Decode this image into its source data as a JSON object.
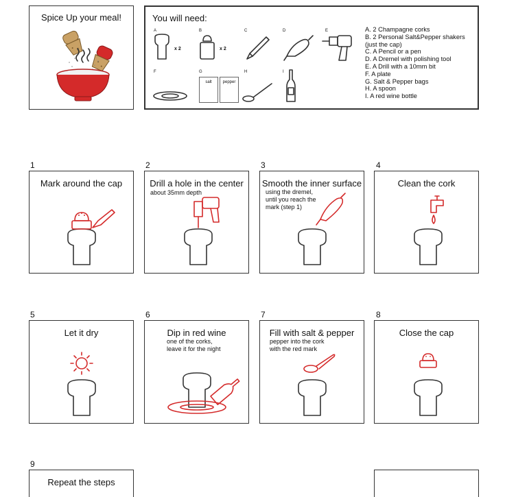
{
  "intro": {
    "title": "Spice Up your meal!"
  },
  "needs": {
    "title": "You will need:",
    "tool_letters": [
      "A",
      "B",
      "C",
      "D",
      "E",
      "F",
      "G",
      "H",
      "I"
    ],
    "qty_cork": "x 2",
    "qty_shaker": "x 2",
    "bag_salt": "salt",
    "bag_pepper": "pepper",
    "materials": [
      "A.  2 Champagne corks",
      "B.  2 Personal Salt&Pepper shakers",
      "       (just the cap)",
      "C.  A Pencil or a pen",
      "D.  A Dremel with polishing tool",
      "E.  A Drill with a 10mm bit",
      "F.  A plate",
      "G.  Salt & Pepper bags",
      "H.  A spoon",
      "I.   A red wine bottle"
    ]
  },
  "steps": [
    {
      "num": "1",
      "title": "Mark around the cap",
      "sub": []
    },
    {
      "num": "2",
      "title": "Drill a hole in the center",
      "sub": [
        "about 35mm depth"
      ]
    },
    {
      "num": "3",
      "title": "Smooth the inner surface",
      "sub": [
        "using the dremel,",
        "until you reach the",
        "mark (step 1)"
      ]
    },
    {
      "num": "4",
      "title": "Clean the cork",
      "sub": []
    },
    {
      "num": "5",
      "title": "Let it dry",
      "sub": []
    },
    {
      "num": "6",
      "title": "Dip in red wine",
      "sub": [
        "one of the corks,",
        "leave it for the night"
      ]
    },
    {
      "num": "7",
      "title": "Fill with salt & pepper",
      "sub": [
        "pepper into the cork",
        "with the red mark"
      ]
    },
    {
      "num": "8",
      "title": "Close the cap",
      "sub": []
    },
    {
      "num": "9",
      "title": "Repeat the steps",
      "sub": []
    }
  ],
  "colors": {
    "accent": "#d42a2a",
    "ink": "#333333"
  }
}
